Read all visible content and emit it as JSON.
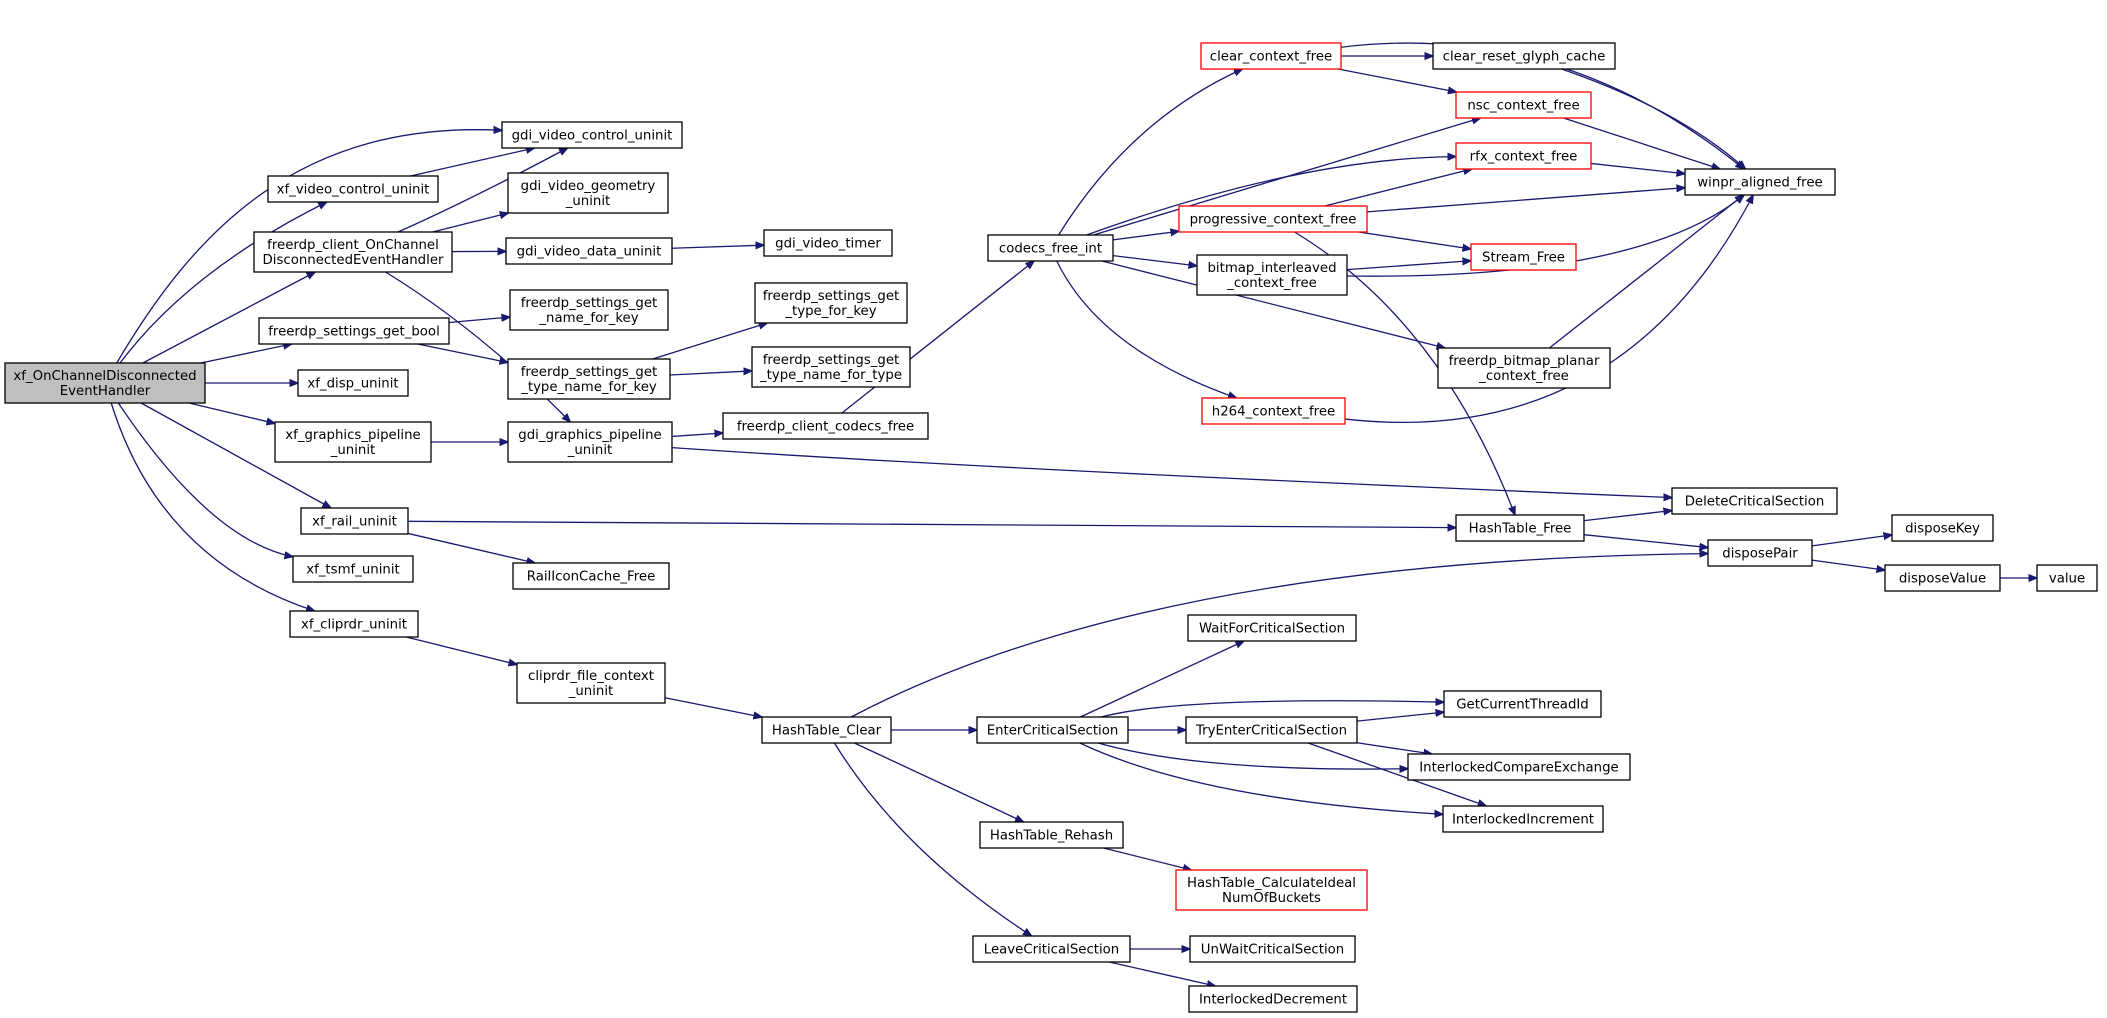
{
  "nodes": [
    {
      "id": "root",
      "lines": [
        "xf_OnChannelDisconnected",
        "EventHandler"
      ],
      "style": "root"
    },
    {
      "id": "gdi_vcu",
      "lines": [
        "gdi_video_control_uninit"
      ]
    },
    {
      "id": "xf_vcu",
      "lines": [
        "xf_video_control_uninit"
      ]
    },
    {
      "id": "gdi_vgu",
      "lines": [
        "gdi_video_geometry",
        "_uninit"
      ]
    },
    {
      "id": "fcocd",
      "lines": [
        "freerdp_client_OnChannel",
        "DisconnectedEventHandler"
      ]
    },
    {
      "id": "gdi_vdu",
      "lines": [
        "gdi_video_data_uninit"
      ]
    },
    {
      "id": "gdi_vt",
      "lines": [
        "gdi_video_timer"
      ]
    },
    {
      "id": "fsgnk",
      "lines": [
        "freerdp_settings_get",
        "_name_for_key"
      ]
    },
    {
      "id": "fsgb",
      "lines": [
        "freerdp_settings_get_bool"
      ]
    },
    {
      "id": "fsgtk",
      "lines": [
        "freerdp_settings_get",
        "_type_for_key"
      ]
    },
    {
      "id": "fsgtnk",
      "lines": [
        "freerdp_settings_get",
        "_type_name_for_key"
      ]
    },
    {
      "id": "fsgtnt",
      "lines": [
        "freerdp_settings_get",
        "_type_name_for_type"
      ]
    },
    {
      "id": "xf_du",
      "lines": [
        "xf_disp_uninit"
      ]
    },
    {
      "id": "xf_gpu",
      "lines": [
        "xf_graphics_pipeline",
        "_uninit"
      ]
    },
    {
      "id": "gdi_gpu",
      "lines": [
        "gdi_graphics_pipeline",
        "_uninit"
      ]
    },
    {
      "id": "fccf",
      "lines": [
        "freerdp_client_codecs_free"
      ]
    },
    {
      "id": "cfi",
      "lines": [
        "codecs_free_int"
      ]
    },
    {
      "id": "ccf",
      "lines": [
        "clear_context_free"
      ],
      "style": "red"
    },
    {
      "id": "crgc",
      "lines": [
        "clear_reset_glyph_cache"
      ]
    },
    {
      "id": "ncf",
      "lines": [
        "nsc_context_free"
      ],
      "style": "red"
    },
    {
      "id": "rcf",
      "lines": [
        "rfx_context_free"
      ],
      "style": "red"
    },
    {
      "id": "waf",
      "lines": [
        "winpr_aligned_free"
      ]
    },
    {
      "id": "pcf",
      "lines": [
        "progressive_context_free"
      ],
      "style": "red"
    },
    {
      "id": "sf",
      "lines": [
        "Stream_Free"
      ],
      "style": "red"
    },
    {
      "id": "bicf",
      "lines": [
        "bitmap_interleaved",
        "_context_free"
      ]
    },
    {
      "id": "fbpcf",
      "lines": [
        "freerdp_bitmap_planar",
        "_context_free"
      ]
    },
    {
      "id": "hcf",
      "lines": [
        "h264_context_free"
      ],
      "style": "red"
    },
    {
      "id": "dcs",
      "lines": [
        "DeleteCriticalSection"
      ]
    },
    {
      "id": "xf_ru",
      "lines": [
        "xf_rail_uninit"
      ]
    },
    {
      "id": "htf",
      "lines": [
        "HashTable_Free"
      ]
    },
    {
      "id": "dk",
      "lines": [
        "disposeKey"
      ]
    },
    {
      "id": "dp",
      "lines": [
        "disposePair"
      ]
    },
    {
      "id": "dv",
      "lines": [
        "disposeValue"
      ]
    },
    {
      "id": "val",
      "lines": [
        "value"
      ]
    },
    {
      "id": "ricf",
      "lines": [
        "RailIconCache_Free"
      ]
    },
    {
      "id": "xf_tu",
      "lines": [
        "xf_tsmf_uninit"
      ]
    },
    {
      "id": "xf_cu",
      "lines": [
        "xf_cliprdr_uninit"
      ]
    },
    {
      "id": "cfcu",
      "lines": [
        "cliprdr_file_context",
        "_uninit"
      ]
    },
    {
      "id": "htc",
      "lines": [
        "HashTable_Clear"
      ]
    },
    {
      "id": "wfcs",
      "lines": [
        "WaitForCriticalSection"
      ]
    },
    {
      "id": "gcti",
      "lines": [
        "GetCurrentThreadId"
      ]
    },
    {
      "id": "ecs",
      "lines": [
        "EnterCriticalSection"
      ]
    },
    {
      "id": "tecs",
      "lines": [
        "TryEnterCriticalSection"
      ]
    },
    {
      "id": "ice",
      "lines": [
        "InterlockedCompareExchange"
      ]
    },
    {
      "id": "ii",
      "lines": [
        "InterlockedIncrement"
      ]
    },
    {
      "id": "htr",
      "lines": [
        "HashTable_Rehash"
      ]
    },
    {
      "id": "htcinb",
      "lines": [
        "HashTable_CalculateIdeal",
        "NumOfBuckets"
      ],
      "style": "red"
    },
    {
      "id": "lcs",
      "lines": [
        "LeaveCriticalSection"
      ]
    },
    {
      "id": "uwcs",
      "lines": [
        "UnWaitCriticalSection"
      ]
    },
    {
      "id": "id",
      "lines": [
        "InterlockedDecrement"
      ]
    }
  ],
  "edges": [
    [
      "root",
      "gdi_vcu"
    ],
    [
      "root",
      "xf_vcu"
    ],
    [
      "root",
      "fcocd"
    ],
    [
      "root",
      "fsgb"
    ],
    [
      "root",
      "xf_du"
    ],
    [
      "root",
      "xf_gpu"
    ],
    [
      "root",
      "xf_ru"
    ],
    [
      "root",
      "xf_tu"
    ],
    [
      "root",
      "xf_cu"
    ],
    [
      "xf_vcu",
      "gdi_vcu"
    ],
    [
      "fcocd",
      "gdi_vcu"
    ],
    [
      "fcocd",
      "gdi_vgu"
    ],
    [
      "fcocd",
      "gdi_vdu"
    ],
    [
      "fcocd",
      "gdi_gpu"
    ],
    [
      "gdi_vdu",
      "gdi_vt"
    ],
    [
      "fsgb",
      "fsgnk"
    ],
    [
      "fsgb",
      "fsgtnk"
    ],
    [
      "fsgtnk",
      "fsgtk"
    ],
    [
      "fsgtnk",
      "fsgtnt"
    ],
    [
      "xf_gpu",
      "gdi_gpu"
    ],
    [
      "gdi_gpu",
      "fccf"
    ],
    [
      "gdi_gpu",
      "dcs"
    ],
    [
      "fccf",
      "cfi"
    ],
    [
      "cfi",
      "ccf"
    ],
    [
      "cfi",
      "ncf"
    ],
    [
      "cfi",
      "rcf"
    ],
    [
      "cfi",
      "pcf"
    ],
    [
      "cfi",
      "bicf"
    ],
    [
      "cfi",
      "fbpcf"
    ],
    [
      "cfi",
      "hcf"
    ],
    [
      "ccf",
      "crgc"
    ],
    [
      "ccf",
      "ncf"
    ],
    [
      "ccf",
      "waf"
    ],
    [
      "crgc",
      "waf"
    ],
    [
      "ncf",
      "waf"
    ],
    [
      "rcf",
      "waf"
    ],
    [
      "pcf",
      "rcf"
    ],
    [
      "pcf",
      "waf"
    ],
    [
      "pcf",
      "sf"
    ],
    [
      "pcf",
      "htf"
    ],
    [
      "bicf",
      "sf"
    ],
    [
      "bicf",
      "waf"
    ],
    [
      "fbpcf",
      "waf"
    ],
    [
      "hcf",
      "waf"
    ],
    [
      "xf_ru",
      "htf"
    ],
    [
      "xf_ru",
      "ricf"
    ],
    [
      "htf",
      "dcs"
    ],
    [
      "htf",
      "dp"
    ],
    [
      "dp",
      "dk"
    ],
    [
      "dp",
      "dv"
    ],
    [
      "dv",
      "val"
    ],
    [
      "xf_cu",
      "cfcu"
    ],
    [
      "cfcu",
      "htc"
    ],
    [
      "htc",
      "dp"
    ],
    [
      "htc",
      "ecs"
    ],
    [
      "htc",
      "htr"
    ],
    [
      "htc",
      "lcs"
    ],
    [
      "ecs",
      "wfcs"
    ],
    [
      "ecs",
      "gcti"
    ],
    [
      "ecs",
      "tecs"
    ],
    [
      "ecs",
      "ice"
    ],
    [
      "ecs",
      "ii"
    ],
    [
      "tecs",
      "gcti"
    ],
    [
      "tecs",
      "ice"
    ],
    [
      "tecs",
      "ii"
    ],
    [
      "htr",
      "htcinb"
    ],
    [
      "lcs",
      "uwcs"
    ],
    [
      "lcs",
      "id"
    ]
  ]
}
